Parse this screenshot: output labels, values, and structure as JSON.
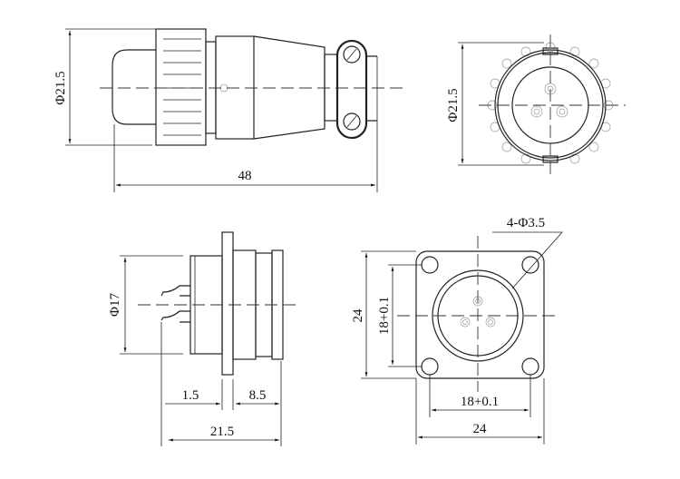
{
  "title": "Connector dimensional drawing",
  "views": {
    "plug_side": {
      "diameter_label": "Φ21.5",
      "length_label": "48"
    },
    "plug_front": {
      "diameter_label": "Φ21.5"
    },
    "socket_side": {
      "diameter_label": "Φ17",
      "flange_label": "1.5",
      "body_label": "8.5",
      "total_label": "21.5"
    },
    "socket_front": {
      "holes_label": "4-Φ3.5",
      "height_label": "24",
      "hole_spacing_v_label": "18+0.1",
      "hole_spacing_h_label": "18+0.1",
      "width_label": "24"
    }
  }
}
